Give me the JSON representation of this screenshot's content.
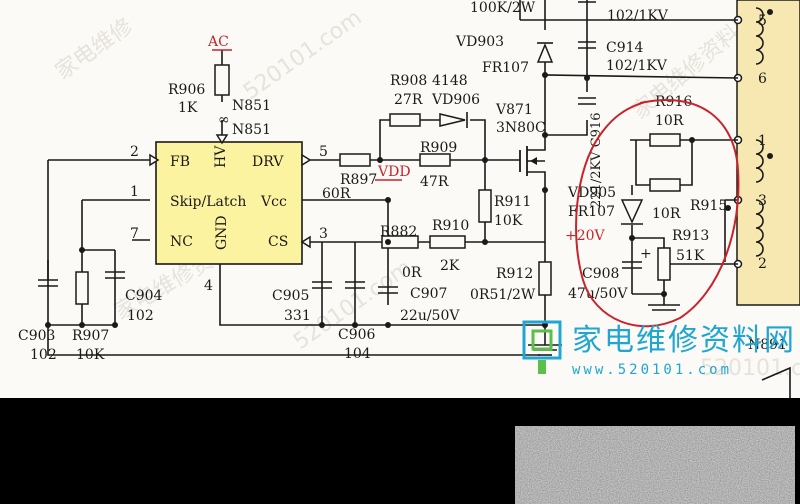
{
  "chip": {
    "pins_left": [
      "FB",
      "Skip/Latch",
      "NC"
    ],
    "pins_right": [
      "DRV",
      "Vcc",
      "CS"
    ],
    "top_label": "HV",
    "bottom_label": "GND",
    "pin_numbers": {
      "fb": "2",
      "skip": "1",
      "nc": "7",
      "drv": "5",
      "cs": "3",
      "gnd": "4"
    }
  },
  "net_labels": {
    "ac": "AC",
    "vdd": "VDD",
    "plus20v": "+20V",
    "n851": "N851",
    "n891": "N891",
    "infinity": "∞"
  },
  "components": {
    "r906": {
      "ref": "R906",
      "value": "1K"
    },
    "r908": {
      "ref": "R908",
      "value": "27R"
    },
    "vd906": {
      "ref": "VD906",
      "part": "4148"
    },
    "r909": {
      "ref": "R909",
      "value": "47R"
    },
    "r897": {
      "ref": "R897",
      "value": "60R"
    },
    "r910": {
      "ref": "R910",
      "value": "2K"
    },
    "r911": {
      "ref": "R911",
      "value": "10K"
    },
    "r882": {
      "ref": "R882",
      "value": "0R"
    },
    "r912": {
      "ref": "R912",
      "value": "0R51/2W"
    },
    "v871": {
      "ref": "V871",
      "part": "3N80C"
    },
    "vd903": {
      "ref": "VD903",
      "part": "FR107"
    },
    "r_top": {
      "value": "100K/2W"
    },
    "c_top": {
      "value": "102/1KV"
    },
    "c914": {
      "ref": "C914",
      "value": "102/1KV"
    },
    "c916": {
      "ref": "C916",
      "value": "221/2KV"
    },
    "vd905": {
      "ref": "VD905",
      "part": "FR107"
    },
    "r916": {
      "ref": "R916",
      "value": "10R"
    },
    "r915": {
      "ref": "R915",
      "value": "10R"
    },
    "r913": {
      "ref": "R913",
      "value": "51K"
    },
    "c908": {
      "ref": "C908",
      "value": "47u/50V"
    },
    "c903": {
      "ref": "C903",
      "value": "102"
    },
    "r907": {
      "ref": "R907",
      "value": "10K"
    },
    "c904": {
      "ref": "C904",
      "value": "102"
    },
    "c905": {
      "ref": "C905",
      "value": "331"
    },
    "c906": {
      "ref": "C906",
      "value": "104"
    },
    "c907": {
      "ref": "C907",
      "value": "22u/50V"
    }
  },
  "transformer_pins": [
    "5",
    "6",
    "1",
    "3",
    "2"
  ],
  "watermark": {
    "brand": "家电维修资料网",
    "url": "www.520101.com",
    "faint": [
      "家电维修",
      "520101.com",
      "520101.com",
      "家电维修资料网",
      "家电维修资料网",
      "520101.com"
    ]
  },
  "colors": {
    "ink": "#1a1a1a",
    "chip_fill": "#fcf3a0",
    "red": "#c8232a",
    "transformer": "#f6e8b0",
    "brand": "#21a6d3"
  }
}
